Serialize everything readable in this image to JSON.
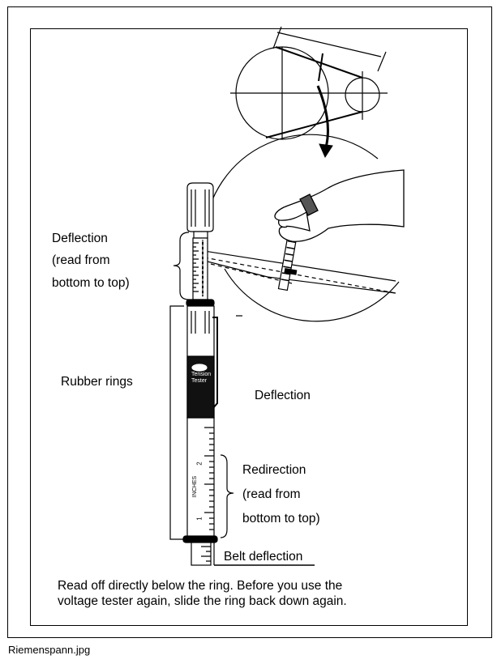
{
  "labels": {
    "deflection_top_line1": "Deflection",
    "deflection_top_line2": "(read from",
    "deflection_top_line3": "bottom to top)",
    "rubber_rings": "Rubber rings",
    "deflection_mid": "Deflection",
    "redirection_line1": "Redirection",
    "redirection_line2": "(read from",
    "redirection_line3": "bottom to top)",
    "belt_deflection": "Belt deflection"
  },
  "tester": {
    "brand_line1": "Tension",
    "brand_line2": "Tester",
    "scale_unit": "INCHES",
    "scale_numbers": [
      "1",
      "2"
    ]
  },
  "note": {
    "line1": "Read off directly below the ring. Before you use the",
    "line2": "voltage tester again, slide the ring back down again."
  },
  "caption": "Riemenspann.jpg"
}
